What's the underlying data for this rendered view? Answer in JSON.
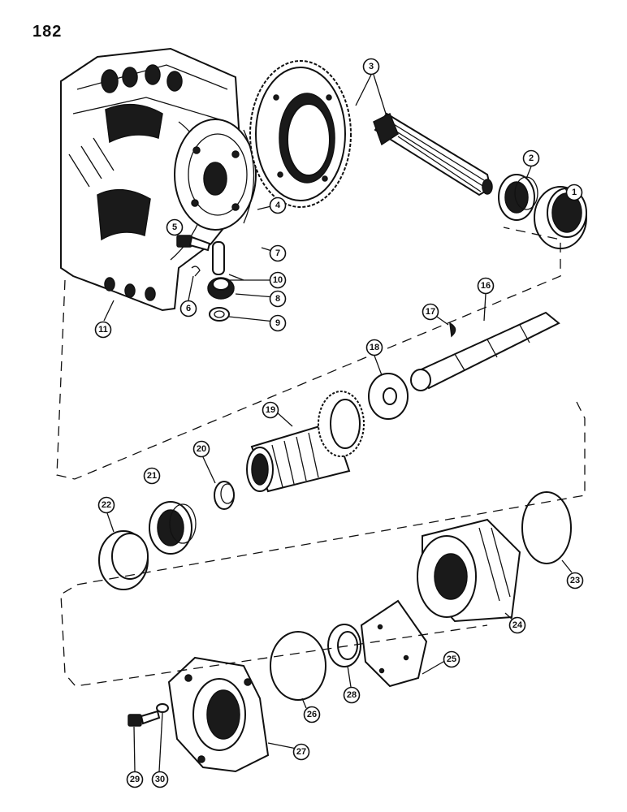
{
  "page": {
    "number": "182"
  },
  "callouts": [
    "1",
    "2",
    "3",
    "4",
    "5",
    "6",
    "7",
    "8",
    "9",
    "10",
    "11",
    "16",
    "17",
    "18",
    "19",
    "20",
    "21",
    "22",
    "23",
    "24",
    "25",
    "26",
    "27",
    "28",
    "29",
    "30"
  ]
}
